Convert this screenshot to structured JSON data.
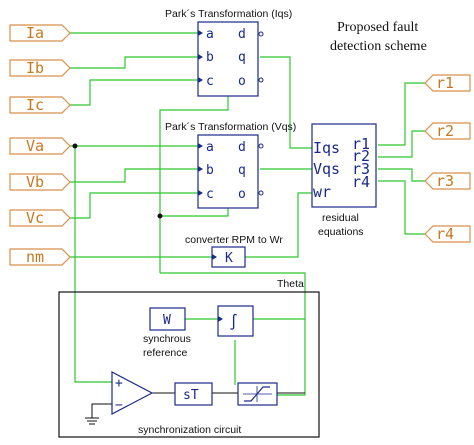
{
  "inputs": {
    "ia": "Ia",
    "ib": "Ib",
    "ic": "Ic",
    "va": "Va",
    "vb": "Vb",
    "vc": "Vc",
    "nm": "nm"
  },
  "outputs": {
    "r1": "r1",
    "r2": "r2",
    "r3": "r3",
    "r4": "r4"
  },
  "park_iqs": {
    "title": "Park´s Transformation (Iqs)",
    "in_a": "a",
    "in_b": "b",
    "in_c": "c",
    "out_d": "d",
    "out_q": "q",
    "out_o": "o"
  },
  "park_vqs": {
    "title": "Park´s Transformation (Vqs)",
    "in_a": "a",
    "in_b": "b",
    "in_c": "c",
    "out_d": "d",
    "out_q": "q",
    "out_o": "o"
  },
  "residual": {
    "in_iqs": "Iqs",
    "in_vqs": "Vqs",
    "in_wr": "wr",
    "out_r1": "r1",
    "out_r2": "r2",
    "out_r3": "r3",
    "out_r4": "r4",
    "caption_line1": "residual",
    "caption_line2": "equations"
  },
  "scheme_title_line1": "Proposed fault",
  "scheme_title_line2": "detection scheme",
  "converter": {
    "label": "converter RPM to Wr",
    "gain": "K"
  },
  "theta_label": "Theta",
  "sync": {
    "w_block": "W",
    "w_caption_line1": "synchrous",
    "w_caption_line2": "reference",
    "derivative_block": "sT",
    "sum_plus": "+",
    "sum_minus": "−",
    "caption": "synchronization circuit"
  },
  "colors": {
    "wire": "#2ec82e",
    "block": "#1a2a8a",
    "port": "#c8781e"
  }
}
